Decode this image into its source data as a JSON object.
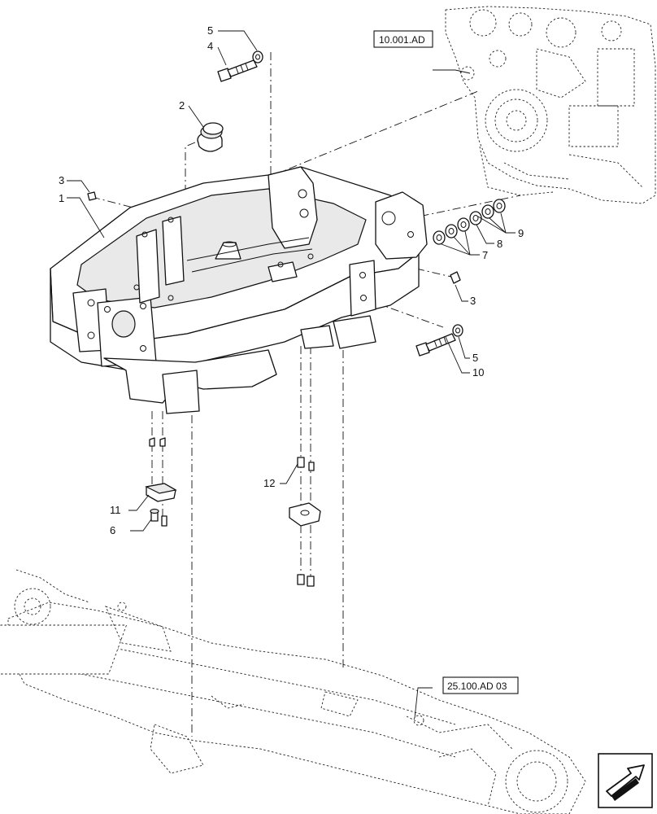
{
  "diagram": {
    "callouts": [
      {
        "id": "c1",
        "text": "1"
      },
      {
        "id": "c2",
        "text": "2"
      },
      {
        "id": "c3a",
        "text": "3"
      },
      {
        "id": "c3b",
        "text": "3"
      },
      {
        "id": "c4",
        "text": "4"
      },
      {
        "id": "c5a",
        "text": "5"
      },
      {
        "id": "c5b",
        "text": "5"
      },
      {
        "id": "c6",
        "text": "6"
      },
      {
        "id": "c7",
        "text": "7"
      },
      {
        "id": "c8",
        "text": "8"
      },
      {
        "id": "c9",
        "text": "9"
      },
      {
        "id": "c10",
        "text": "10"
      },
      {
        "id": "c11",
        "text": "11"
      },
      {
        "id": "c12",
        "text": "12"
      }
    ],
    "references": {
      "engine": "10.001.AD",
      "axle": "25.100.AD 03"
    },
    "nav_icon": "arrow-next-icon"
  }
}
